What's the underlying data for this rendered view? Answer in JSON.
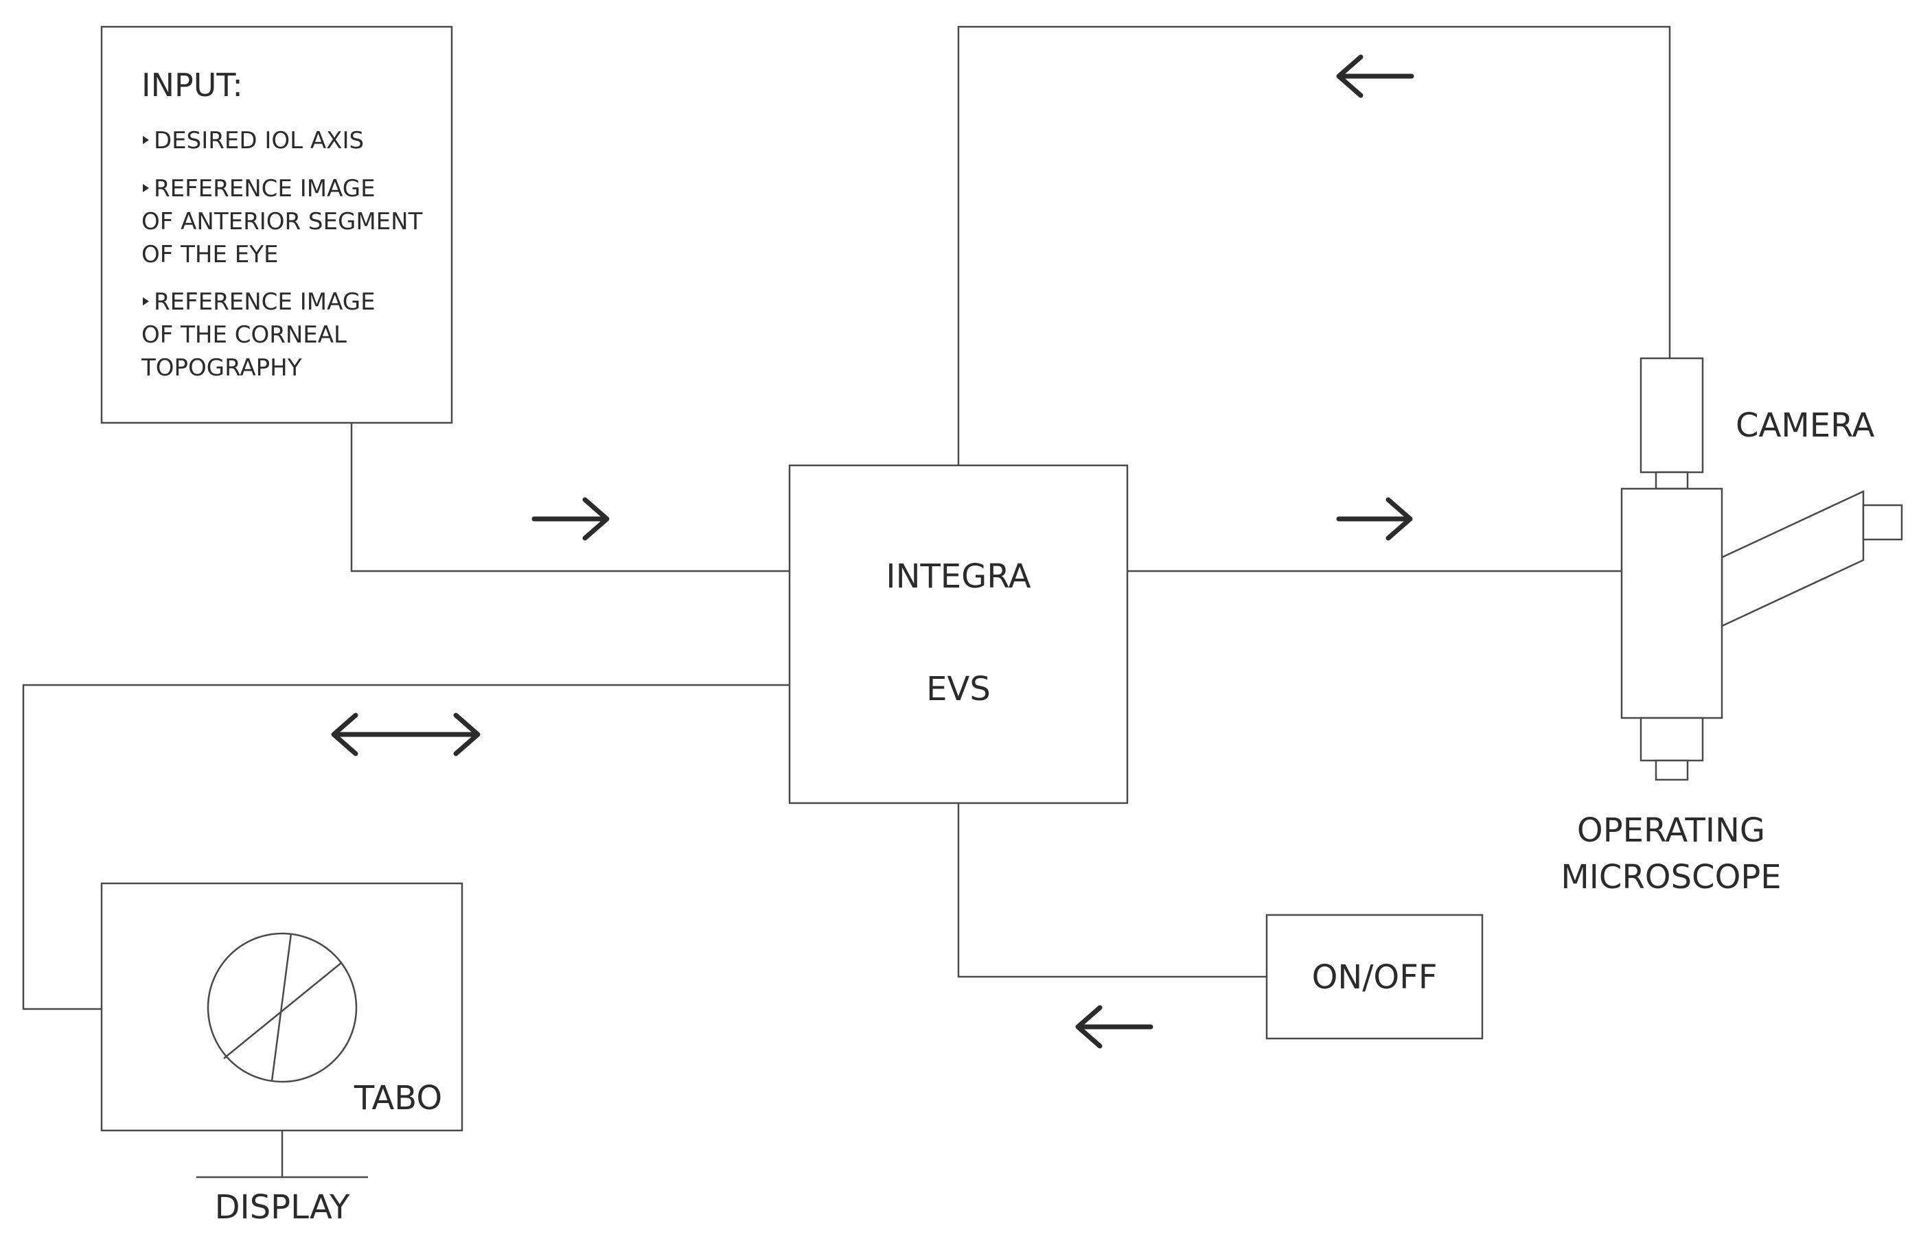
{
  "input_box": {
    "title": "INPUT:",
    "items": [
      {
        "lines": [
          "DESIRED IOL AXIS"
        ]
      },
      {
        "lines": [
          "REFERENCE IMAGE",
          "OF ANTERIOR SEGMENT",
          "OF THE EYE"
        ]
      },
      {
        "lines": [
          "REFERENCE IMAGE",
          "OF THE CORNEAL",
          "TOPOGRAPHY"
        ]
      }
    ]
  },
  "central_unit": {
    "line1": "INTEGRA",
    "line2": "EVS"
  },
  "camera": {
    "label": "CAMERA"
  },
  "microscope": {
    "line1": "OPERATING",
    "line2": "MICROSCOPE"
  },
  "switch": {
    "label": "ON/OFF"
  },
  "display": {
    "box_label": "TABO",
    "stand_label": "DISPLAY"
  }
}
